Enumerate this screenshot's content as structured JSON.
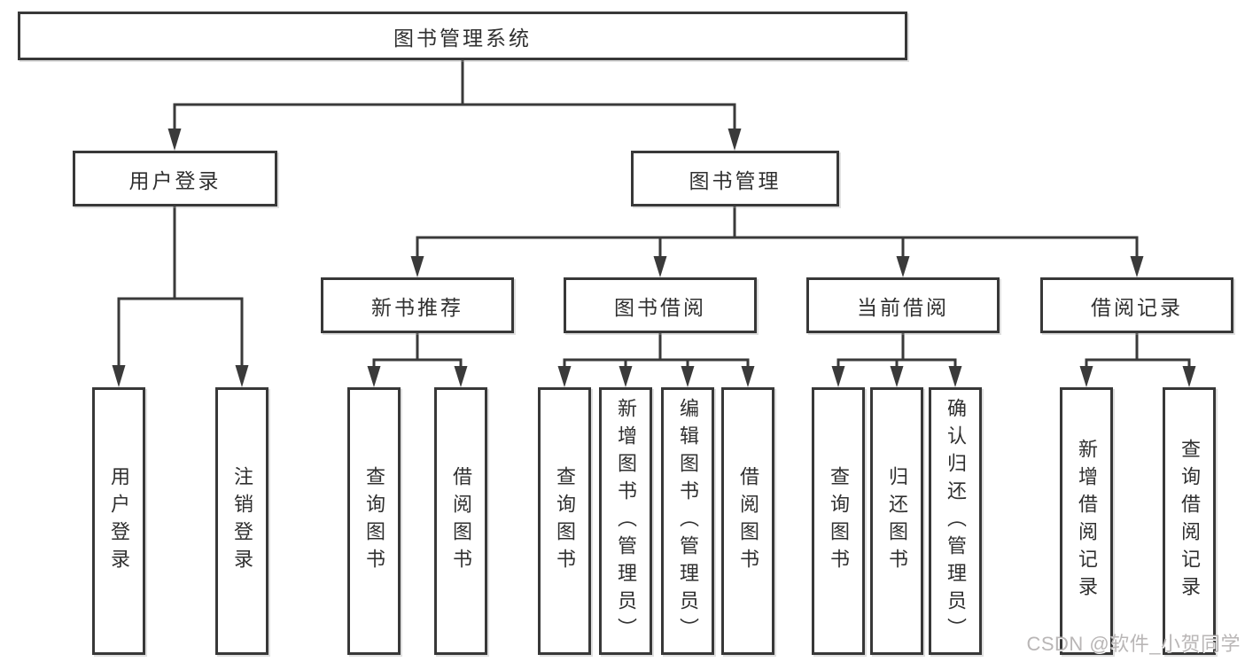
{
  "diagram_title": "图书管理系统",
  "colors": {
    "line": "#3a3a3a",
    "box_border": "#383838",
    "text": "#303030",
    "watermark": "#b9b6b6",
    "background": "#ffffff"
  },
  "tree": {
    "label": "图书管理系统",
    "children": [
      {
        "label": "用户登录",
        "children": [
          {
            "label": "用户登录"
          },
          {
            "label": "注销登录"
          }
        ]
      },
      {
        "label": "图书管理",
        "children": [
          {
            "label": "新书推荐",
            "children": [
              {
                "label": "查询图书"
              },
              {
                "label": "借阅图书"
              }
            ]
          },
          {
            "label": "图书借阅",
            "children": [
              {
                "label": "查询图书"
              },
              {
                "label": "新增图书（管理员）"
              },
              {
                "label": "编辑图书（管理员）"
              },
              {
                "label": "借阅图书"
              }
            ]
          },
          {
            "label": "当前借阅",
            "children": [
              {
                "label": "查询图书"
              },
              {
                "label": "归还图书"
              },
              {
                "label": "确认归还（管理员）"
              }
            ]
          },
          {
            "label": "借阅记录",
            "children": [
              {
                "label": "新增借阅记录"
              },
              {
                "label": "查询借阅记录"
              }
            ]
          }
        ]
      }
    ]
  },
  "watermark": {
    "text": "CSDN @软件_小贺同学"
  }
}
